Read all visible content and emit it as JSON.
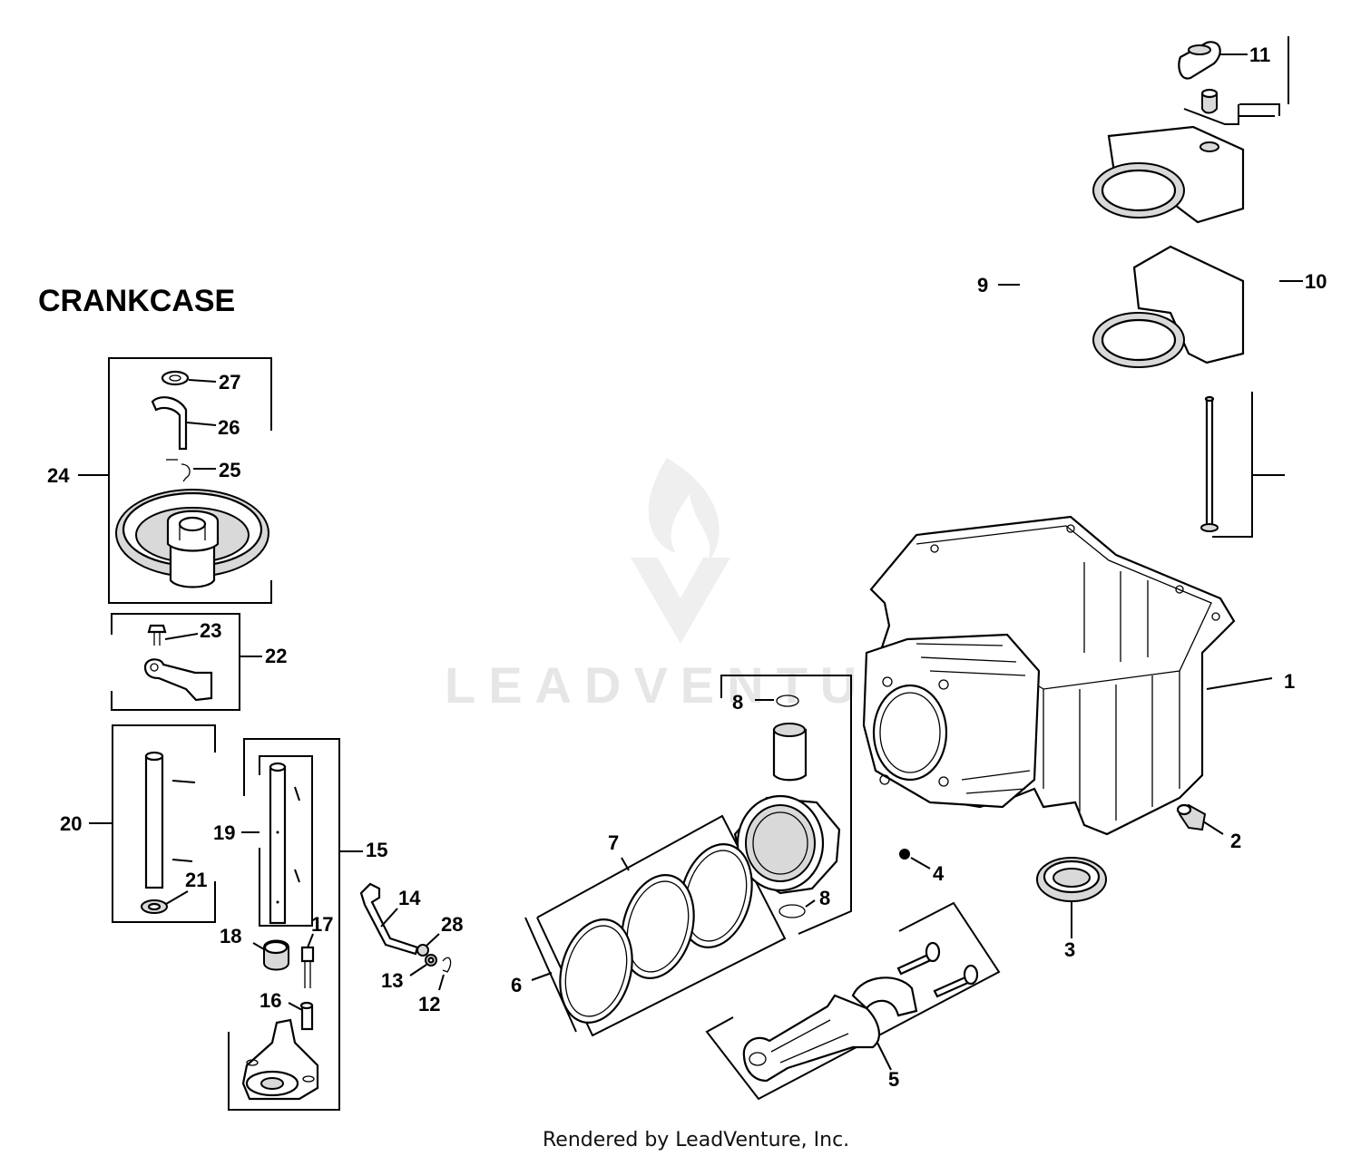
{
  "title": "CRANKCASE",
  "footer": "Rendered by LeadVenture, Inc.",
  "watermark": "LEADVENTURE",
  "callouts": {
    "c1": "1",
    "c2": "2",
    "c3": "3",
    "c4": "4",
    "c5": "5",
    "c6": "6",
    "c7": "7",
    "c8a": "8",
    "c8b": "8",
    "c9": "9",
    "c10": "10",
    "c11": "11",
    "c12": "12",
    "c13": "13",
    "c14": "14",
    "c15": "15",
    "c16": "16",
    "c17": "17",
    "c18": "18",
    "c19": "19",
    "c20": "20",
    "c21": "21",
    "c22": "22",
    "c23": "23",
    "c24": "24",
    "c25": "25",
    "c26": "26",
    "c27": "27",
    "c28": "28"
  }
}
